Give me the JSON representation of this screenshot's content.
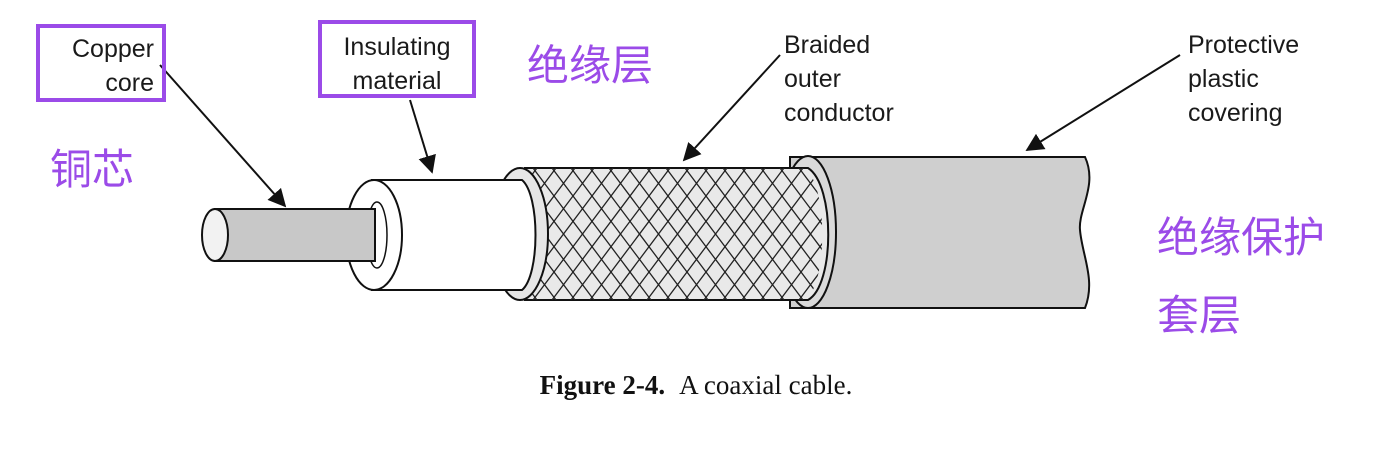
{
  "labels": {
    "copper_core": [
      "Copper",
      "core"
    ],
    "insulating_material": [
      "Insulating",
      "material"
    ],
    "braided_outer_conductor": [
      "Braided",
      "outer",
      "conductor"
    ],
    "protective_plastic_covering": [
      "Protective",
      "plastic",
      "covering"
    ]
  },
  "annotations_cn": {
    "copper_core": "铜芯",
    "insulation": "绝缘层",
    "protective_line1": "绝缘保护",
    "protective_line2": "套层"
  },
  "caption": {
    "figure": "Figure 2-4.",
    "text": "A coaxial cable."
  },
  "colors": {
    "highlight": "#9b4be8",
    "core_fill": "#c8c8c8",
    "jacket_fill": "#cfcfcf",
    "insulator_fill": "#ffffff",
    "line": "#111111"
  }
}
